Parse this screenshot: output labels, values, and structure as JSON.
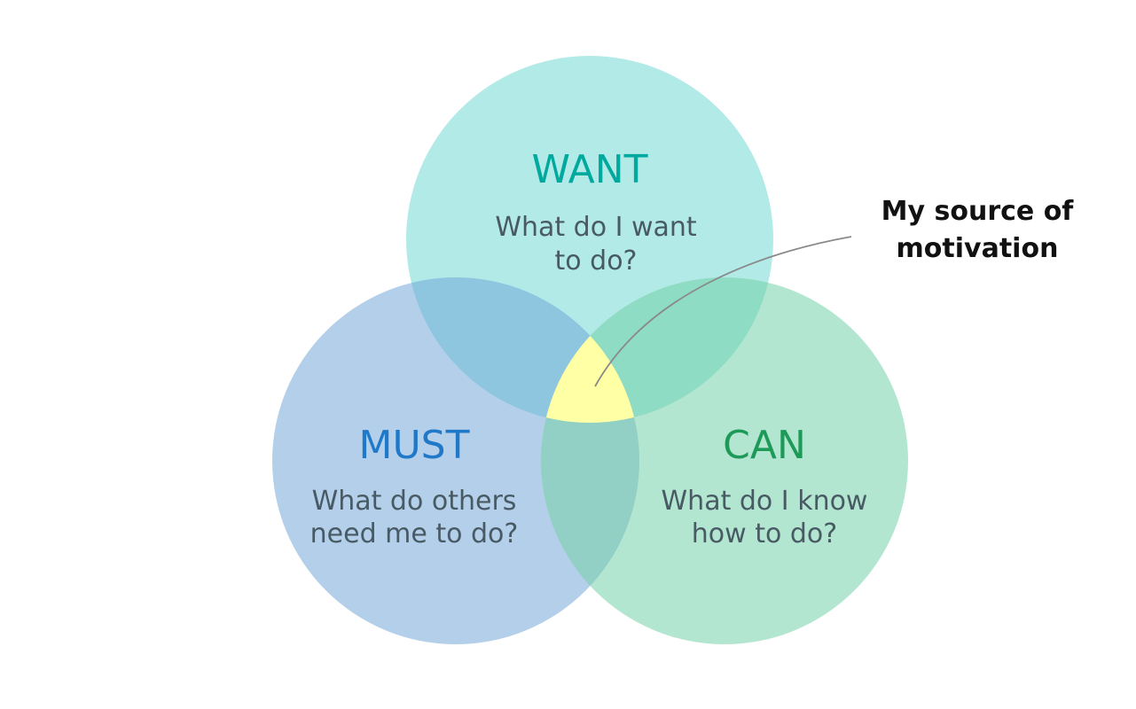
{
  "circles": {
    "want": {
      "title": "WANT",
      "line1": "What do I want",
      "line2": "to do?",
      "fill": "#b2eae8",
      "title_color": "#00a99d"
    },
    "must": {
      "title": "MUST",
      "line1": "What do others",
      "line2": "need me to do?",
      "fill": "#b3cfea",
      "title_color": "#1f78c8"
    },
    "can": {
      "title": "CAN",
      "line1": "What do I know",
      "line2": "how to do?",
      "fill": "#b3e6d1",
      "title_color": "#1e9a58"
    }
  },
  "overlaps": {
    "want_must": "#8ec5df",
    "want_can": "#8fdcc4",
    "must_can": "#92cfc4",
    "center": "#ffffa6"
  },
  "body_text_color": "#485a63",
  "callout": {
    "line1": "My source of",
    "line2": "motivation",
    "connector_color": "#8a8a8a"
  }
}
